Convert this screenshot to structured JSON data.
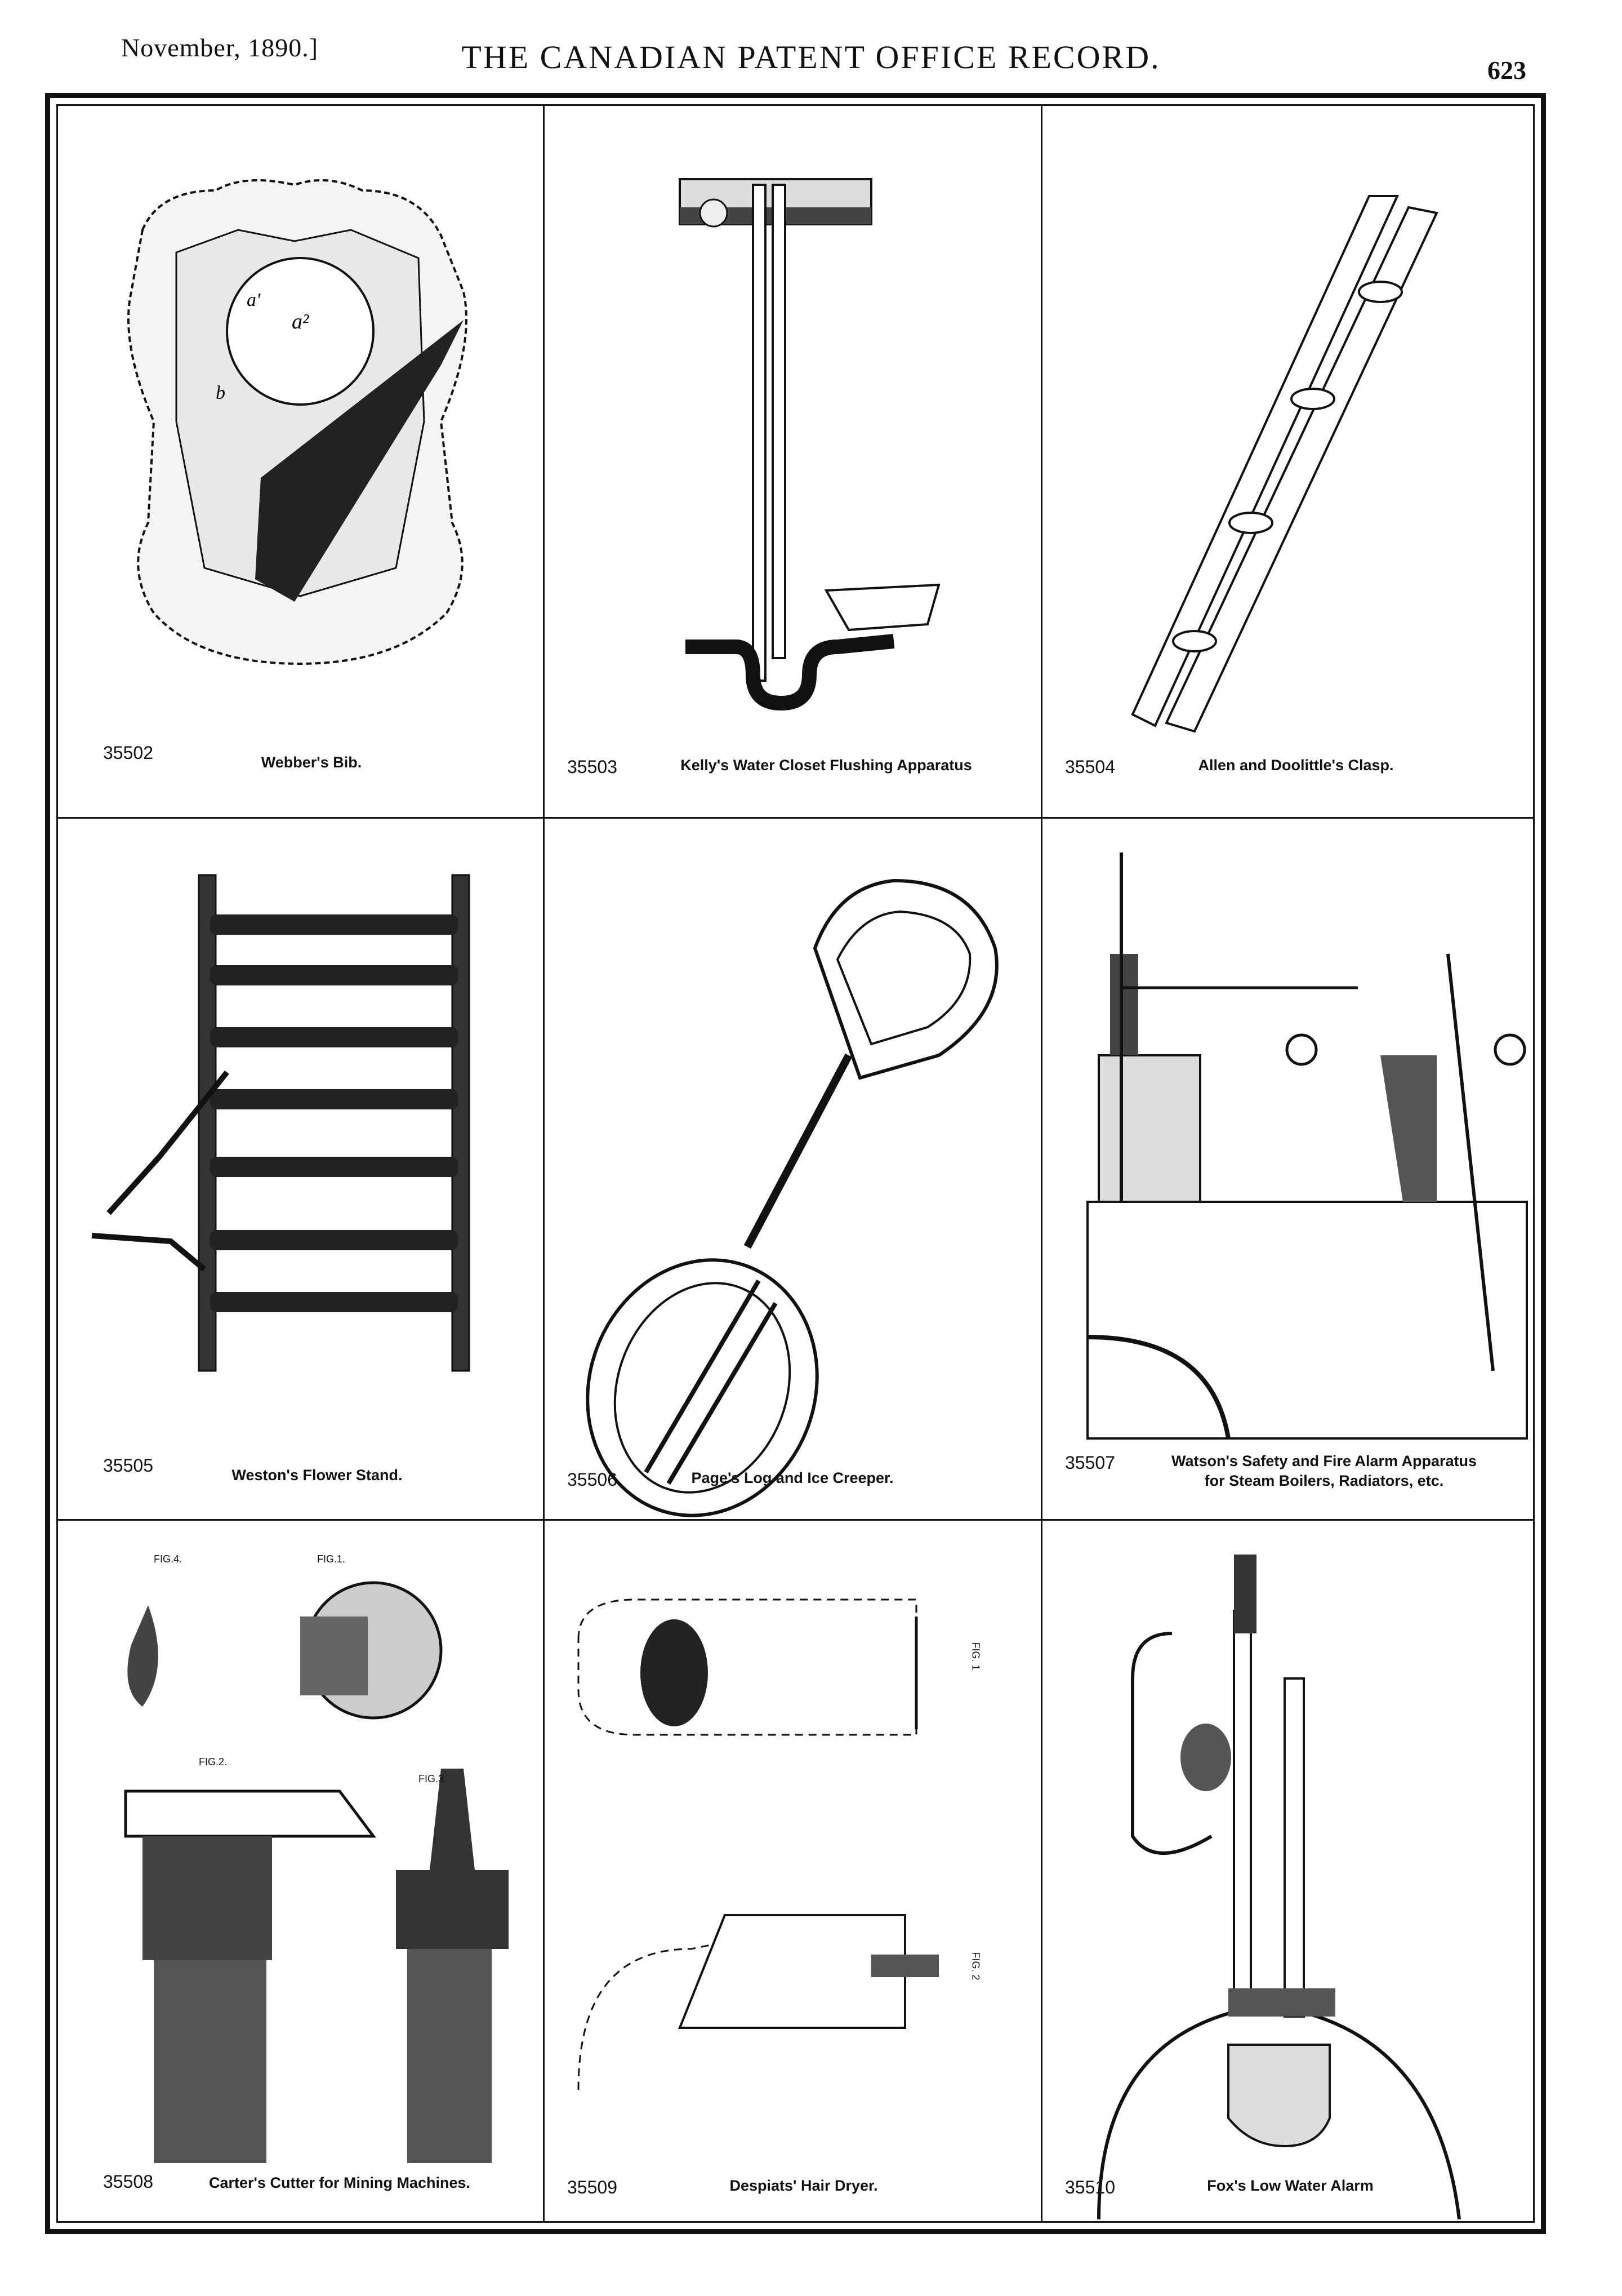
{
  "header": {
    "date": "November, 1890.]",
    "title": "THE CANADIAN PATENT OFFICE RECORD.",
    "page_number": "623"
  },
  "patents": [
    {
      "number": "35502",
      "caption": "Webber's Bib."
    },
    {
      "number": "35503",
      "caption": "Kelly's Water Closet Flushing Apparatus"
    },
    {
      "number": "35504",
      "caption": "Allen and Doolittle's Clasp."
    },
    {
      "number": "35505",
      "caption": "Weston's Flower Stand."
    },
    {
      "number": "35506",
      "caption": "Page's Log and Ice Creeper."
    },
    {
      "number": "35507",
      "caption": "Watson's Safety and Fire Alarm Apparatus",
      "caption_line2": "for Steam Boilers, Radiators, etc."
    },
    {
      "number": "35508",
      "caption": "Carter's Cutter for Mining Machines."
    },
    {
      "number": "35509",
      "caption": "Despiats' Hair Dryer."
    },
    {
      "number": "35510",
      "caption": "Fox's Low Water Alarm"
    }
  ],
  "figure_labels": {
    "carter": [
      "FIG.4.",
      "FIG.1.",
      "FIG.2.",
      "FIG.3."
    ],
    "despiats": [
      "FIG. 1",
      "FIG. 2"
    ]
  }
}
